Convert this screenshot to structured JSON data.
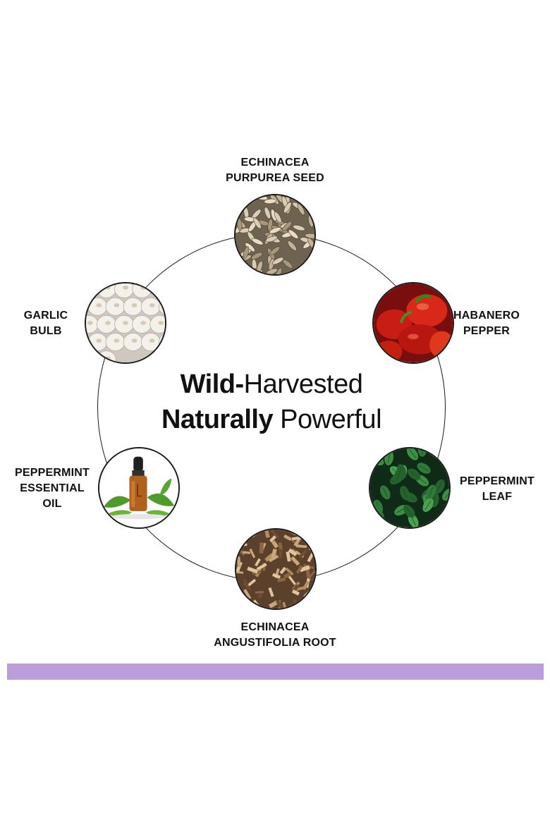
{
  "headline": {
    "line1_bold": "Wild-",
    "line1_regular": "Harvested",
    "line2_bold": "Naturally",
    "line2_regular": " Powerful"
  },
  "ingredients": [
    {
      "id": "echinacea-purpurea-seed",
      "lines": [
        "ECHINACEA",
        "PURPUREA SEED"
      ],
      "icon": "seeds-photo"
    },
    {
      "id": "habanero-pepper",
      "lines": [
        "HABANERO",
        "PEPPER"
      ],
      "icon": "peppers-photo"
    },
    {
      "id": "peppermint-leaf",
      "lines": [
        "PEPPERMINT",
        "LEAF"
      ],
      "icon": "mint-leaves-photo"
    },
    {
      "id": "echinacea-angustifolia-root",
      "lines": [
        "ECHINACEA",
        "ANGUSTIFOLIA ROOT"
      ],
      "icon": "dried-root-photo"
    },
    {
      "id": "peppermint-essential-oil",
      "lines": [
        "PEPPERMINT",
        "ESSENTIAL",
        "OIL"
      ],
      "icon": "oil-bottle-photo"
    },
    {
      "id": "garlic-bulb",
      "lines": [
        "GARLIC",
        "BULB"
      ],
      "icon": "garlic-photo"
    }
  ],
  "colors": {
    "accent_band": "#bb9ddb",
    "outline": "#1a1a1a"
  }
}
